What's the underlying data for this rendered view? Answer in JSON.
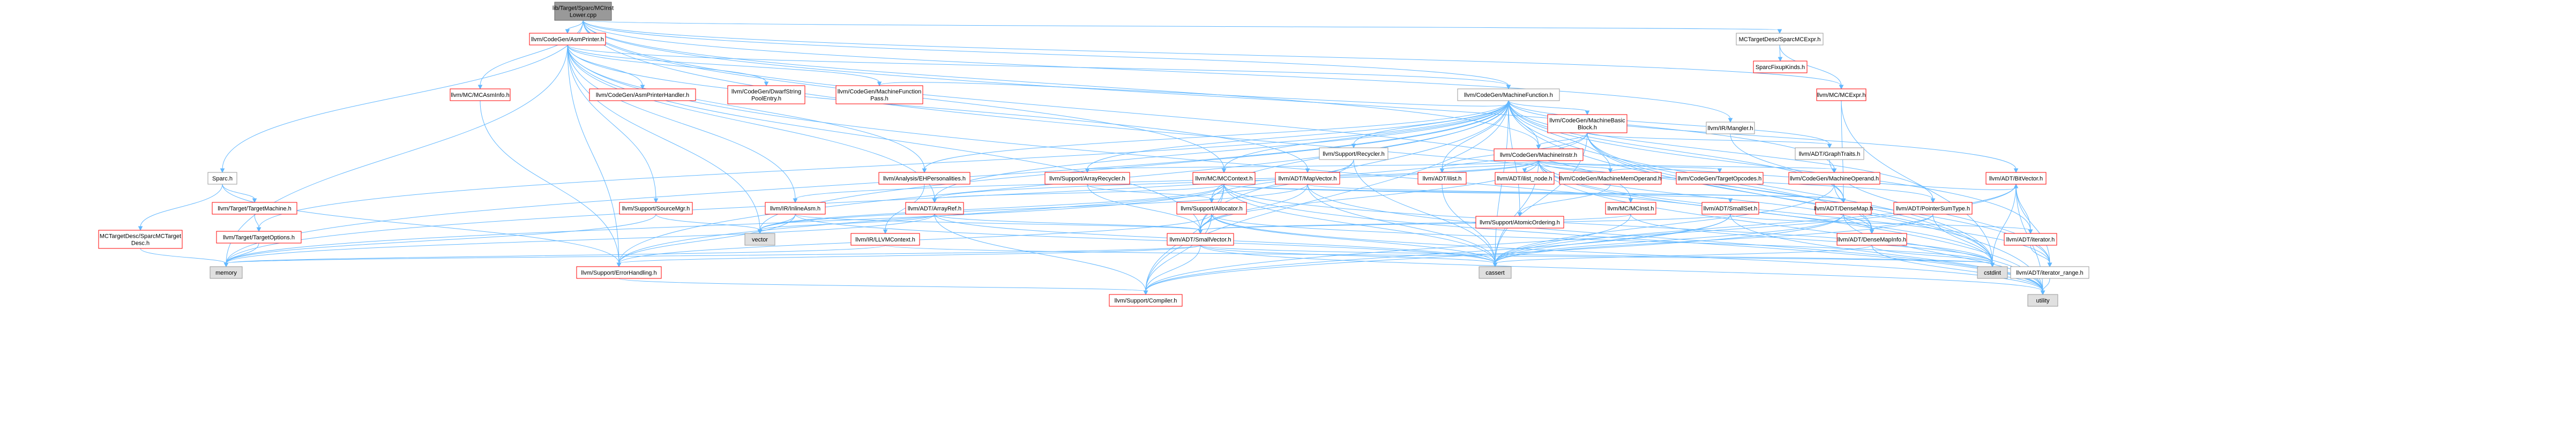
{
  "colors": {
    "edge": "#63b8ff",
    "root_fill": "#999999",
    "root_stroke": "#666666",
    "include_fill": "#ffffff",
    "include_stroke_red": "#ff0000",
    "include_stroke_gray": "#999999",
    "system_fill": "#e0e0e0"
  },
  "nodes": [
    {
      "id": "root",
      "lines": [
        "lib/Target/Sparc/MCInst",
        "Lower.cpp"
      ],
      "kind": "root"
    },
    {
      "id": "asmprinter",
      "lines": [
        "llvm/CodeGen/AsmPrinter.h"
      ],
      "kind": "red"
    },
    {
      "id": "sparcmcexpr",
      "lines": [
        "MCTargetDesc/SparcMCExpr.h"
      ],
      "kind": "gray"
    },
    {
      "id": "sparc_h",
      "lines": [
        "Sparc.h"
      ],
      "kind": "gray"
    },
    {
      "id": "mcasminfo",
      "lines": [
        "llvm/MC/MCAsmInfo.h"
      ],
      "kind": "red"
    },
    {
      "id": "asmprinterhandler",
      "lines": [
        "llvm/CodeGen/AsmPrinterHandler.h"
      ],
      "kind": "red"
    },
    {
      "id": "dwarfstring",
      "lines": [
        "llvm/CodeGen/DwarfString",
        "PoolEntry.h"
      ],
      "kind": "red"
    },
    {
      "id": "mfpass",
      "lines": [
        "llvm/CodeGen/MachineFunction",
        "Pass.h"
      ],
      "kind": "red"
    },
    {
      "id": "sparcfixup",
      "lines": [
        "SparcFixupKinds.h"
      ],
      "kind": "red"
    },
    {
      "id": "mcexpr",
      "lines": [
        "llvm/MC/MCExpr.h"
      ],
      "kind": "red"
    },
    {
      "id": "mangler",
      "lines": [
        "llvm/IR/Mangler.h"
      ],
      "kind": "gray"
    },
    {
      "id": "machinefunction",
      "lines": [
        "llvm/CodeGen/MachineFunction.h"
      ],
      "kind": "gray"
    },
    {
      "id": "mbb",
      "lines": [
        "llvm/CodeGen/MachineBasic",
        "Block.h"
      ],
      "kind": "red"
    },
    {
      "id": "recycler",
      "lines": [
        "llvm/Support/Recycler.h"
      ],
      "kind": "gray"
    },
    {
      "id": "machineinstr",
      "lines": [
        "llvm/CodeGen/MachineInstr.h"
      ],
      "kind": "red"
    },
    {
      "id": "graphtraits",
      "lines": [
        "llvm/ADT/GraphTraits.h"
      ],
      "kind": "gray"
    },
    {
      "id": "analysiseh",
      "lines": [
        "llvm/Analysis/EHPersonalities.h"
      ],
      "kind": "red"
    },
    {
      "id": "arrayrecycler",
      "lines": [
        "llvm/Support/ArrayRecycler.h"
      ],
      "kind": "red"
    },
    {
      "id": "mccontext",
      "lines": [
        "llvm/MC/MCContext.h"
      ],
      "kind": "red"
    },
    {
      "id": "mapvector",
      "lines": [
        "llvm/ADT/MapVector.h"
      ],
      "kind": "red"
    },
    {
      "id": "ilist",
      "lines": [
        "llvm/ADT/ilist.h"
      ],
      "kind": "red"
    },
    {
      "id": "ilistnode",
      "lines": [
        "llvm/ADT/ilist_node.h"
      ],
      "kind": "red"
    },
    {
      "id": "mmo",
      "lines": [
        "llvm/CodeGen/MachineMemOperand.h"
      ],
      "kind": "red"
    },
    {
      "id": "targetopcodes",
      "lines": [
        "llvm/CodeGen/TargetOpcodes.h"
      ],
      "kind": "red"
    },
    {
      "id": "machineoperand",
      "lines": [
        "llvm/CodeGen/MachineOperand.h"
      ],
      "kind": "red"
    },
    {
      "id": "bitvector",
      "lines": [
        "llvm/ADT/BitVector.h"
      ],
      "kind": "red"
    },
    {
      "id": "targetmachine",
      "lines": [
        "llvm/Target/TargetMachine.h"
      ],
      "kind": "red"
    },
    {
      "id": "sourcemgr",
      "lines": [
        "llvm/Support/SourceMgr.h"
      ],
      "kind": "red"
    },
    {
      "id": "inlineasm",
      "lines": [
        "llvm/IR/InlineAsm.h"
      ],
      "kind": "red"
    },
    {
      "id": "arrayref",
      "lines": [
        "llvm/ADT/ArrayRef.h"
      ],
      "kind": "red"
    },
    {
      "id": "allocator",
      "lines": [
        "llvm/Support/Allocator.h"
      ],
      "kind": "red"
    },
    {
      "id": "atomicordering",
      "lines": [
        "llvm/Support/AtomicOrdering.h"
      ],
      "kind": "red"
    },
    {
      "id": "mcinst",
      "lines": [
        "llvm/MC/MCInst.h"
      ],
      "kind": "red"
    },
    {
      "id": "smallset",
      "lines": [
        "llvm/ADT/SmallSet.h"
      ],
      "kind": "red"
    },
    {
      "id": "densemap",
      "lines": [
        "llvm/ADT/DenseMap.h"
      ],
      "kind": "red"
    },
    {
      "id": "pointersumtype",
      "lines": [
        "llvm/ADT/PointerSumType.h"
      ],
      "kind": "red"
    },
    {
      "id": "sparcmctargetdesc",
      "lines": [
        "MCTargetDesc/SparcMCTarget",
        "Desc.h"
      ],
      "kind": "red"
    },
    {
      "id": "targetoptions",
      "lines": [
        "llvm/Target/TargetOptions.h"
      ],
      "kind": "red"
    },
    {
      "id": "vector",
      "lines": [
        "vector"
      ],
      "kind": "system"
    },
    {
      "id": "llvmcontext",
      "lines": [
        "llvm/IR/LLVMContext.h"
      ],
      "kind": "red"
    },
    {
      "id": "smallvector",
      "lines": [
        "llvm/ADT/SmallVector.h"
      ],
      "kind": "red"
    },
    {
      "id": "densemapinfo",
      "lines": [
        "llvm/ADT/DenseMapInfo.h"
      ],
      "kind": "red"
    },
    {
      "id": "iterator",
      "lines": [
        "llvm/ADT/iterator.h"
      ],
      "kind": "red"
    },
    {
      "id": "memory",
      "lines": [
        "memory"
      ],
      "kind": "system"
    },
    {
      "id": "errorhandling",
      "lines": [
        "llvm/Support/ErrorHandling.h"
      ],
      "kind": "red"
    },
    {
      "id": "cassert",
      "lines": [
        "cassert"
      ],
      "kind": "system"
    },
    {
      "id": "cstdint",
      "lines": [
        "cstdint"
      ],
      "kind": "system"
    },
    {
      "id": "iteratorrange",
      "lines": [
        "llvm/ADT/iterator_range.h"
      ],
      "kind": "gray"
    },
    {
      "id": "compiler",
      "lines": [
        "llvm/Support/Compiler.h"
      ],
      "kind": "red"
    },
    {
      "id": "utility",
      "lines": [
        "utility"
      ],
      "kind": "system"
    }
  ],
  "edges": [
    [
      "root",
      "asmprinter"
    ],
    [
      "root",
      "sparcmcexpr"
    ],
    [
      "root",
      "sparc_h"
    ],
    [
      "root",
      "mcasminfo"
    ],
    [
      "root",
      "machinefunction"
    ],
    [
      "root",
      "mangler"
    ],
    [
      "root",
      "mcexpr"
    ],
    [
      "root",
      "machineinstr"
    ],
    [
      "root",
      "machineoperand"
    ],
    [
      "root",
      "mccontext"
    ],
    [
      "root",
      "mcinst"
    ],
    [
      "root",
      "cstdint"
    ],
    [
      "asmprinter",
      "asmprinterhandler"
    ],
    [
      "asmprinter",
      "dwarfstring"
    ],
    [
      "asmprinter",
      "mfpass"
    ],
    [
      "asmprinter",
      "machinefunction"
    ],
    [
      "asmprinter",
      "mapvector"
    ],
    [
      "asmprinter",
      "smallvector"
    ],
    [
      "asmprinter",
      "analysiseh"
    ],
    [
      "asmprinter",
      "sourcemgr"
    ],
    [
      "asmprinter",
      "inlineasm"
    ],
    [
      "asmprinter",
      "memory"
    ],
    [
      "asmprinter",
      "utility"
    ],
    [
      "asmprinter",
      "vector"
    ],
    [
      "asmprinter",
      "errorhandling"
    ],
    [
      "asmprinter",
      "arrayref"
    ],
    [
      "sparcmcexpr",
      "sparcfixup"
    ],
    [
      "sparcmcexpr",
      "mcexpr"
    ],
    [
      "sparc_h",
      "sparcmctargetdesc"
    ],
    [
      "sparc_h",
      "targetmachine"
    ],
    [
      "sparc_h",
      "errorhandling"
    ],
    [
      "mcasminfo",
      "errorhandling"
    ],
    [
      "mfpass",
      "machinefunction"
    ],
    [
      "mcexpr",
      "densemap"
    ],
    [
      "mcexpr",
      "cstdint"
    ],
    [
      "mangler",
      "densemap"
    ],
    [
      "machinefunction",
      "mbb"
    ],
    [
      "machinefunction",
      "recycler"
    ],
    [
      "machinefunction",
      "graphtraits"
    ],
    [
      "machinefunction",
      "analysiseh"
    ],
    [
      "machinefunction",
      "arrayrecycler"
    ],
    [
      "machinefunction",
      "mccontext"
    ],
    [
      "machinefunction",
      "ilist"
    ],
    [
      "machinefunction",
      "mmo"
    ],
    [
      "machinefunction",
      "machineinstr"
    ],
    [
      "machinefunction",
      "bitvector"
    ],
    [
      "machinefunction",
      "smallvector"
    ],
    [
      "machinefunction",
      "allocator"
    ],
    [
      "machinefunction",
      "atomicordering"
    ],
    [
      "machinefunction",
      "arrayref"
    ],
    [
      "machinefunction",
      "densemap"
    ],
    [
      "machinefunction",
      "pointersumtype"
    ],
    [
      "machinefunction",
      "iterator"
    ],
    [
      "machinefunction",
      "cassert"
    ],
    [
      "machinefunction",
      "cstdint"
    ],
    [
      "machinefunction",
      "memory"
    ],
    [
      "machinefunction",
      "utility"
    ],
    [
      "machinefunction",
      "vector"
    ],
    [
      "machinefunction",
      "compiler"
    ],
    [
      "machinefunction",
      "errorhandling"
    ],
    [
      "machinefunction",
      "targetoptions"
    ],
    [
      "mbb",
      "machineinstr"
    ],
    [
      "mbb",
      "graphtraits"
    ],
    [
      "mbb",
      "ilist"
    ],
    [
      "mbb",
      "iteratorrange"
    ],
    [
      "mbb",
      "cassert"
    ],
    [
      "mbb",
      "cstdint"
    ],
    [
      "mbb",
      "densemapinfo"
    ],
    [
      "mbb",
      "memory"
    ],
    [
      "recycler",
      "allocator"
    ],
    [
      "recycler",
      "cassert"
    ],
    [
      "recycler",
      "errorhandling"
    ],
    [
      "machineinstr",
      "ilist"
    ],
    [
      "machineinstr",
      "ilistnode"
    ],
    [
      "machineinstr",
      "mmo"
    ],
    [
      "machineinstr",
      "targetopcodes"
    ],
    [
      "machineinstr",
      "machineoperand"
    ],
    [
      "machineinstr",
      "arrayrecycler"
    ],
    [
      "machineinstr",
      "inlineasm"
    ],
    [
      "machineinstr",
      "densemapinfo"
    ],
    [
      "machineinstr",
      "pointersumtype"
    ],
    [
      "machineinstr",
      "iteratorrange"
    ],
    [
      "machineinstr",
      "cassert"
    ],
    [
      "machineinstr",
      "cstdint"
    ],
    [
      "machineinstr",
      "utility"
    ],
    [
      "machineinstr",
      "smallvector"
    ],
    [
      "machineinstr",
      "arrayref"
    ],
    [
      "graphtraits",
      "iteratorrange"
    ],
    [
      "arrayrecycler",
      "smallvector"
    ],
    [
      "arrayrecycler",
      "allocator"
    ],
    [
      "mccontext",
      "arrayref"
    ],
    [
      "mccontext",
      "allocator"
    ],
    [
      "mccontext",
      "smallvector"
    ],
    [
      "mccontext",
      "densemap"
    ],
    [
      "mccontext",
      "smallset"
    ],
    [
      "mccontext",
      "cstdint"
    ],
    [
      "mccontext",
      "vector"
    ],
    [
      "mccontext",
      "memory"
    ],
    [
      "mccontext",
      "utility"
    ],
    [
      "mccontext",
      "compiler"
    ],
    [
      "mccontext",
      "cassert"
    ],
    [
      "mapvector",
      "densemap"
    ],
    [
      "mapvector",
      "smallvector"
    ],
    [
      "mapvector",
      "vector"
    ],
    [
      "mapvector",
      "cassert"
    ],
    [
      "mapvector",
      "utility"
    ],
    [
      "ilist",
      "cassert"
    ],
    [
      "mmo",
      "atomicordering"
    ],
    [
      "mmo",
      "bitvector"
    ],
    [
      "machineoperand",
      "densemapinfo"
    ],
    [
      "machineoperand",
      "cassert"
    ],
    [
      "bitvector",
      "iterator"
    ],
    [
      "bitvector",
      "iteratorrange"
    ],
    [
      "bitvector",
      "cassert"
    ],
    [
      "bitvector",
      "cstdint"
    ],
    [
      "bitvector",
      "utility"
    ],
    [
      "bitvector",
      "compiler"
    ],
    [
      "targetmachine",
      "targetoptions"
    ],
    [
      "sourcemgr",
      "vector"
    ],
    [
      "sourcemgr",
      "memory"
    ],
    [
      "inlineasm",
      "smallvector"
    ],
    [
      "inlineasm",
      "cassert"
    ],
    [
      "inlineasm",
      "vector"
    ],
    [
      "inlineasm",
      "errorhandling"
    ],
    [
      "arrayref",
      "smallvector"
    ],
    [
      "arrayref",
      "cassert"
    ],
    [
      "arrayref",
      "vector"
    ],
    [
      "arrayref",
      "memory"
    ],
    [
      "arrayref",
      "compiler"
    ],
    [
      "allocator",
      "smallvector"
    ],
    [
      "allocator",
      "cassert"
    ],
    [
      "allocator",
      "cstdint"
    ],
    [
      "allocator",
      "utility"
    ],
    [
      "allocator",
      "compiler"
    ],
    [
      "allocator",
      "errorhandling"
    ],
    [
      "mcinst",
      "smallvector"
    ],
    [
      "mcinst",
      "cassert"
    ],
    [
      "mcinst",
      "cstdint"
    ],
    [
      "smallset",
      "smallvector"
    ],
    [
      "smallset",
      "iterator"
    ],
    [
      "smallset",
      "cassert"
    ],
    [
      "smallset",
      "utility"
    ],
    [
      "smallset",
      "compiler"
    ],
    [
      "densemap",
      "densemapinfo"
    ],
    [
      "densemap",
      "cassert"
    ],
    [
      "densemap",
      "utility"
    ],
    [
      "densemap",
      "compiler"
    ],
    [
      "pointersumtype",
      "densemapinfo"
    ],
    [
      "pointersumtype",
      "cassert"
    ],
    [
      "pointersumtype",
      "cstdint"
    ],
    [
      "sparcmctargetdesc",
      "memory"
    ],
    [
      "targetoptions",
      "memory"
    ],
    [
      "llvmcontext",
      "memory"
    ],
    [
      "llvmcontext",
      "cstdint"
    ],
    [
      "smallvector",
      "cassert"
    ],
    [
      "smallvector",
      "cstdint"
    ],
    [
      "smallvector",
      "utility"
    ],
    [
      "smallvector",
      "compiler"
    ],
    [
      "smallvector",
      "memory"
    ],
    [
      "smallvector",
      "errorhandling"
    ],
    [
      "densemapinfo",
      "cassert"
    ],
    [
      "densemapinfo",
      "cstdint"
    ],
    [
      "densemapinfo",
      "utility"
    ],
    [
      "iterator",
      "iteratorrange"
    ],
    [
      "iteratorrange",
      "utility"
    ],
    [
      "errorhandling",
      "compiler"
    ],
    [
      "analysiseh",
      "llvmcontext"
    ]
  ]
}
